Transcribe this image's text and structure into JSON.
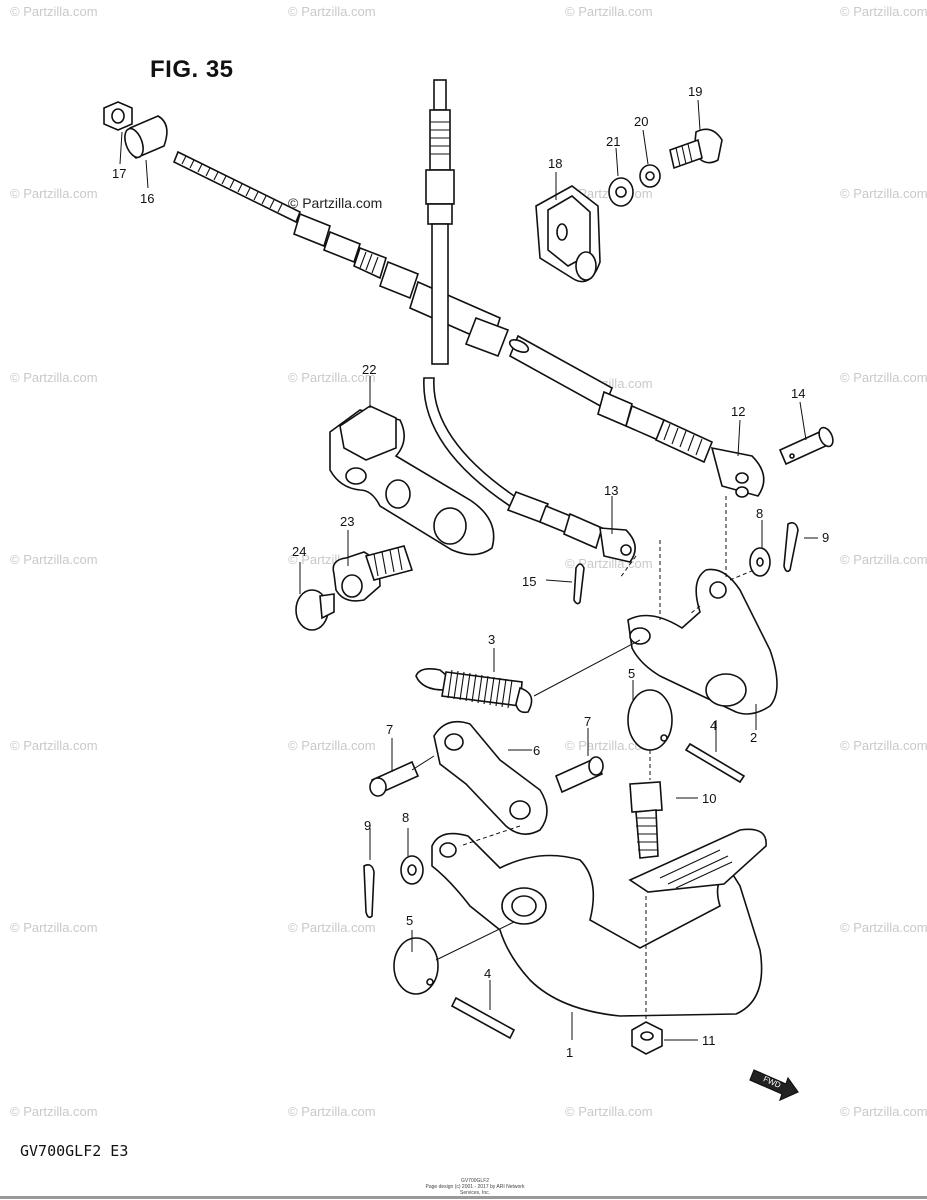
{
  "figure": {
    "title": "FIG. 35",
    "model_code": "GV700GLF2  E3"
  },
  "watermark": {
    "text": "© Partzilla.com",
    "center_text": "© Partzilla.com"
  },
  "footer": {
    "line1": "GV700GLF2",
    "line2": "Page design (c) 2001 - 2017 by ARI Network Services, Inc."
  },
  "direction_badge": {
    "text": "FWD"
  },
  "callouts": {
    "c1": "1",
    "c2": "2",
    "c3": "3",
    "c4a": "4",
    "c4b": "4",
    "c5a": "5",
    "c5b": "5",
    "c6": "6",
    "c7a": "7",
    "c7b": "7",
    "c8a": "8",
    "c8b": "8",
    "c9a": "9",
    "c9b": "9",
    "c10": "10",
    "c11": "11",
    "c12": "12",
    "c13": "13",
    "c14": "14",
    "c15": "15",
    "c16": "16",
    "c17": "17",
    "c18": "18",
    "c19": "19",
    "c20": "20",
    "c21": "21",
    "c22": "22",
    "c23": "23",
    "c24": "24"
  },
  "colors": {
    "line": "#111111",
    "watermark": "#c9c9c9",
    "background": "#ffffff"
  }
}
